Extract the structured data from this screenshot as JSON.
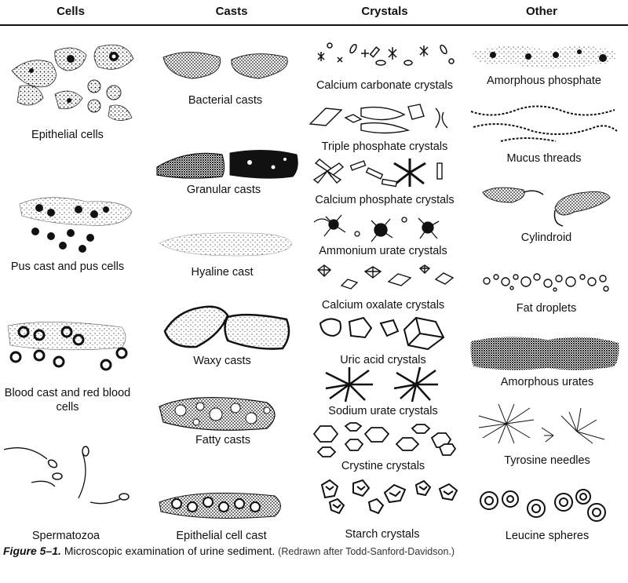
{
  "columns": [
    "Cells",
    "Casts",
    "Crystals",
    "Other"
  ],
  "cells": [
    "Epithelial cells",
    "Pus cast and pus cells",
    "Blood cast and red blood cells",
    "Spermatozoa"
  ],
  "casts": [
    "Bacterial casts",
    "Granular casts",
    "Hyaline cast",
    "Waxy casts",
    "Fatty casts",
    "Epithelial cell cast"
  ],
  "crystals": [
    "Calcium carbonate crystals",
    "Triple phosphate crystals",
    "Calcium phosphate crystals",
    "Ammonium urate crystals",
    "Calcium oxalate crystals",
    "Uric acid crystals",
    "Sodium urate crystals",
    "Crystine crystals",
    "Starch crystals"
  ],
  "other": [
    "Amorphous phosphate",
    "Mucus threads",
    "Cylindroid",
    "Fat droplets",
    "Amorphous urates",
    "Tyrosine needles",
    "Leucine spheres"
  ],
  "caption": {
    "figure_label": "Figure 5–1.",
    "text": "Microscopic examination of urine sediment.",
    "source": "(Redrawn after Todd-Sanford-Davidson.)"
  }
}
